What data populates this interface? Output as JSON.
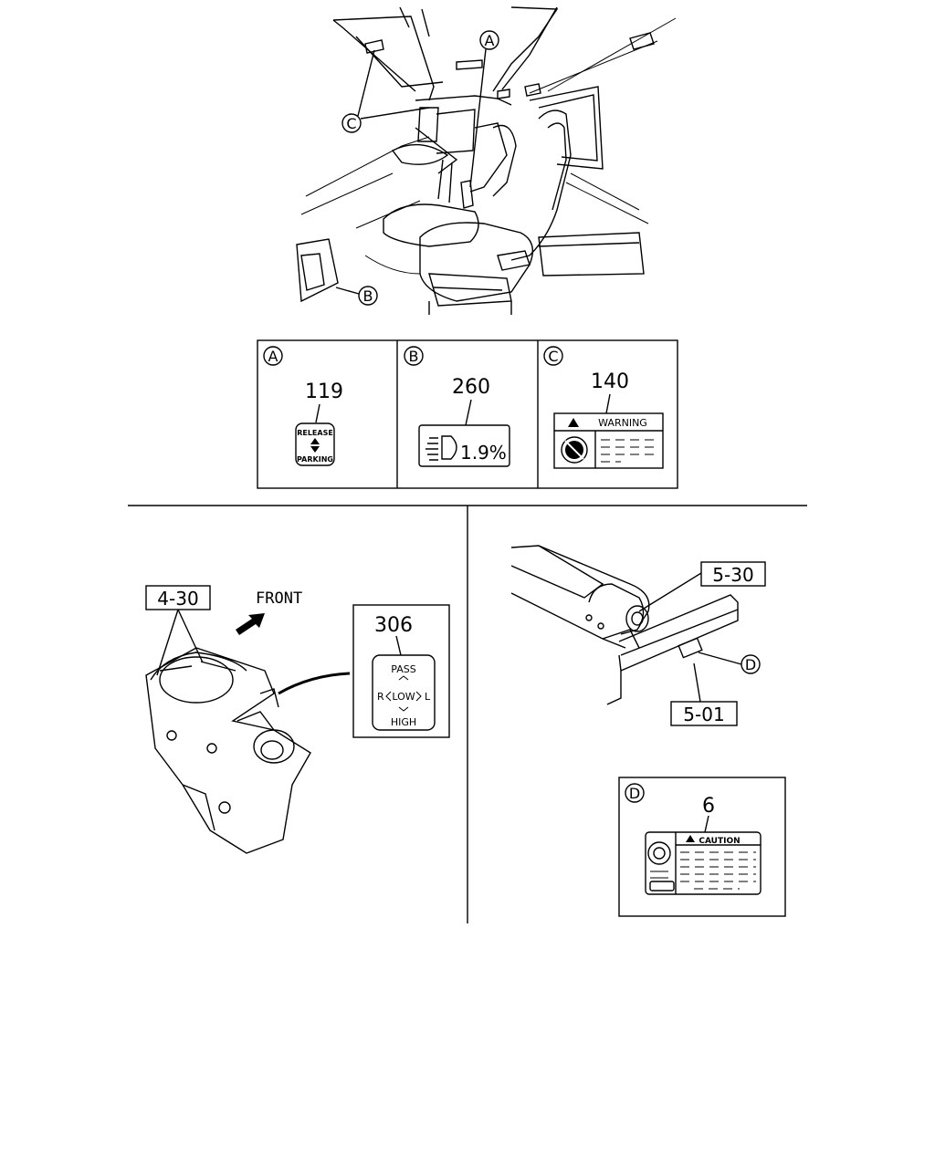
{
  "callouts": {
    "a": "A",
    "b": "B",
    "c": "C",
    "d": "D"
  },
  "labels": {
    "a": {
      "part": "119",
      "release": "RELEASE",
      "parking": "PARKING"
    },
    "b": {
      "part": "260",
      "readout": "1.9%"
    },
    "c": {
      "part": "140",
      "warning": "WARNING"
    },
    "d": {
      "part": "6",
      "caution": "CAUTION"
    }
  },
  "switch_label": {
    "part": "306",
    "pass": "PASS",
    "r": "R",
    "low": "LOW",
    "l": "L",
    "high": "HIGH"
  },
  "refs": {
    "ref_4_30": "4-30",
    "ref_5_30": "5-30",
    "ref_5_01": "5-01"
  },
  "front": "FRONT"
}
